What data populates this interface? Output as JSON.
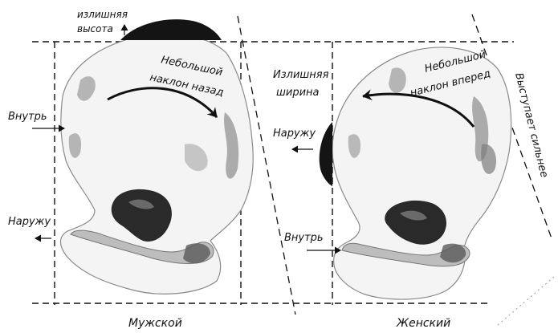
{
  "colors": {
    "ink": "#111111",
    "bone_shade": "#6b6b6b",
    "dark_fill": "#141414",
    "paper": "#ffffff"
  },
  "male": {
    "caption": "Мужской",
    "excess_height_line1": "излишняя",
    "excess_height_line2": "высота",
    "tilt_line1": "Небольшой",
    "tilt_line2": "наклон назад",
    "inward": "Внутрь",
    "outward": "Наружу"
  },
  "female": {
    "caption": "Женский",
    "excess_width_line1": "Излишняя",
    "excess_width_line2": "ширина",
    "tilt_line1": "Небольшой",
    "tilt_line2": "наклон вперед",
    "protrudes": "Выступает сильнее",
    "outward": "Наружу",
    "inward": "Внутрь"
  }
}
